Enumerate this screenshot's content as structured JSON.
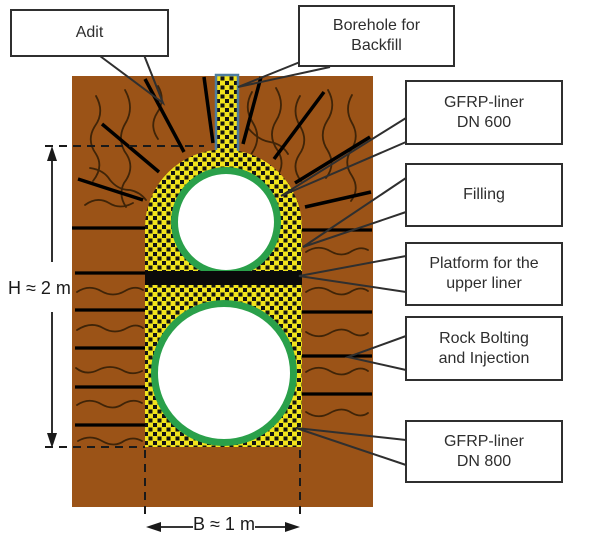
{
  "title": "Adit cross-section construction diagram",
  "labels": {
    "adit": "Adit",
    "borehole": "Borehole for\nBackfill",
    "gfrp600": "GFRP-liner\nDN 600",
    "filling": "Filling",
    "platform": "Platform for the\nupper liner",
    "rockbolt": "Rock Bolting\nand Injection",
    "gfrp800": "GFRP-liner\nDN 800"
  },
  "dimensions": {
    "height": "H ≈ 2 m",
    "width": "B ≈ 1 m"
  },
  "colors": {
    "rock_brown": "#9b5317",
    "crack_dark_brown": "#3f2408",
    "fill_yellow": "#f2e41c",
    "fill_black": "#141414",
    "liner_green": "#2aa04a",
    "platform_black": "#0a0a0a",
    "borehole_outline_blue": "#4e7d9e",
    "line_black": "#1a1a1a"
  }
}
